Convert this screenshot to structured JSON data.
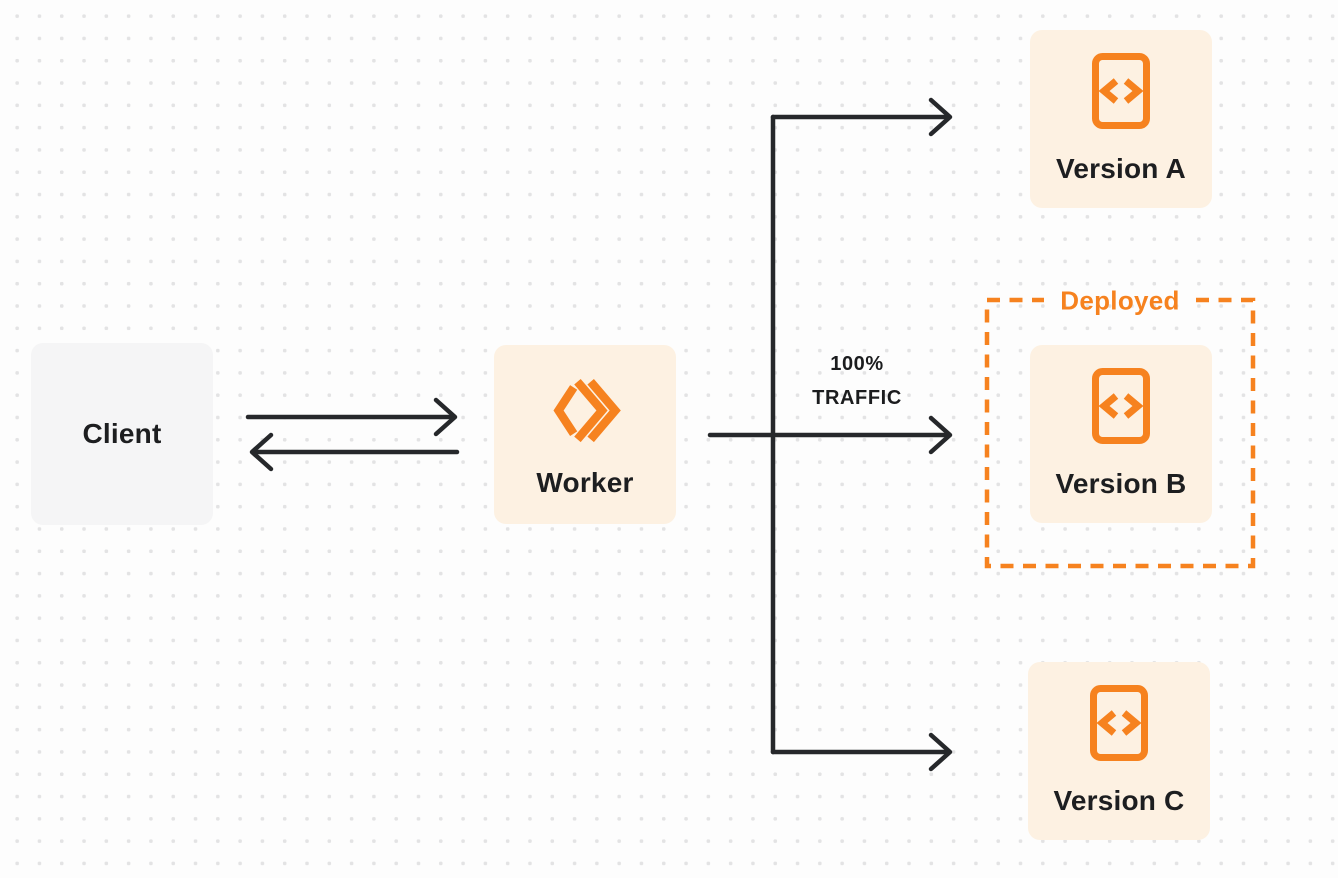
{
  "colors": {
    "background": "#fdfdfd",
    "dot_grid": "#e3e3e4",
    "line": "#26282b",
    "orange": "#f6821f",
    "node_cream": "#fdf1e2",
    "node_gray": "#f5f5f6",
    "text_dark": "#1d1e20"
  },
  "nodes": {
    "client": {
      "label": "Client"
    },
    "worker": {
      "label": "Worker",
      "icon": "cloudflare-workers-icon"
    },
    "versions": [
      {
        "label": "Version A",
        "icon": "code-file-icon"
      },
      {
        "label": "Version B",
        "icon": "code-file-icon"
      },
      {
        "label": "Version C",
        "icon": "code-file-icon"
      }
    ]
  },
  "edges": {
    "traffic_label": {
      "line1": "100%",
      "line2": "TRAFFIC"
    }
  },
  "deployed_group": {
    "label": "Deployed"
  }
}
